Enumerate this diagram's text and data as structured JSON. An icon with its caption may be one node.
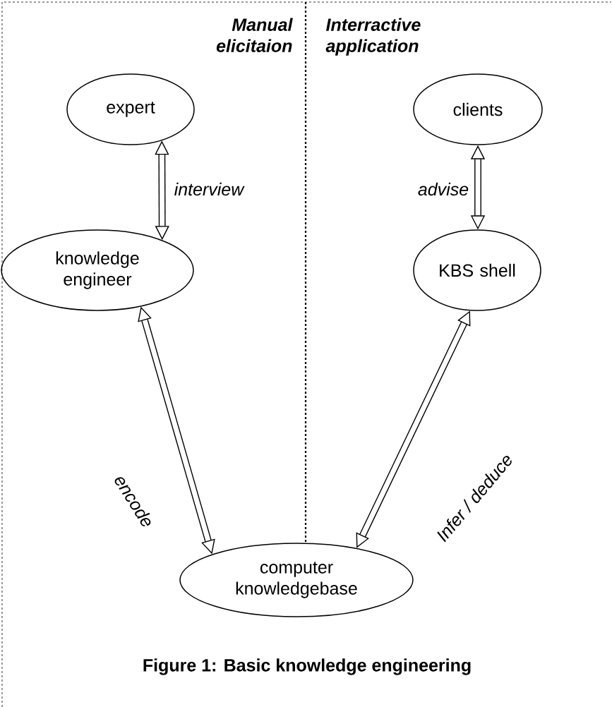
{
  "diagram": {
    "caption": "Figure 1: Basic knowledge engineering",
    "nodes": [
      {
        "text": [
          "expert"
        ]
      },
      {
        "text": [
          "knowledge engineer"
        ]
      },
      {
        "text": [
          "computer knowledgebase"
        ]
      },
      {
        "text": [
          "clients"
        ]
      },
      {
        "text": [
          "KBS shell"
        ]
      }
    ],
    "edges": [
      {
        "from": 0,
        "to": 1,
        "arrow": "both",
        "label": "interview"
      },
      {
        "from": 3,
        "to": 4,
        "arrow": "both",
        "label": "advise"
      },
      {
        "from": 1,
        "to": 2,
        "arrow": "both",
        "label": "encode"
      },
      {
        "from": 4,
        "to": 2,
        "arrow": "both",
        "label": "Infer / deduce"
      }
    ],
    "labels": [
      "Manual elicitaion",
      "Interractive application"
    ]
  }
}
